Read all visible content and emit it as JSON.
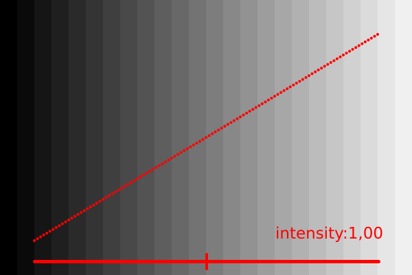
{
  "control": {
    "label_prefix": "intensity:",
    "value_text": "1,00",
    "value": 1.0,
    "slider_min": 0.0,
    "slider_max": 2.0,
    "slider_fraction": 0.5
  },
  "colors": {
    "accent": "#ff0000",
    "gradient_start": "#000000",
    "gradient_end": "#f0f0f0"
  }
}
